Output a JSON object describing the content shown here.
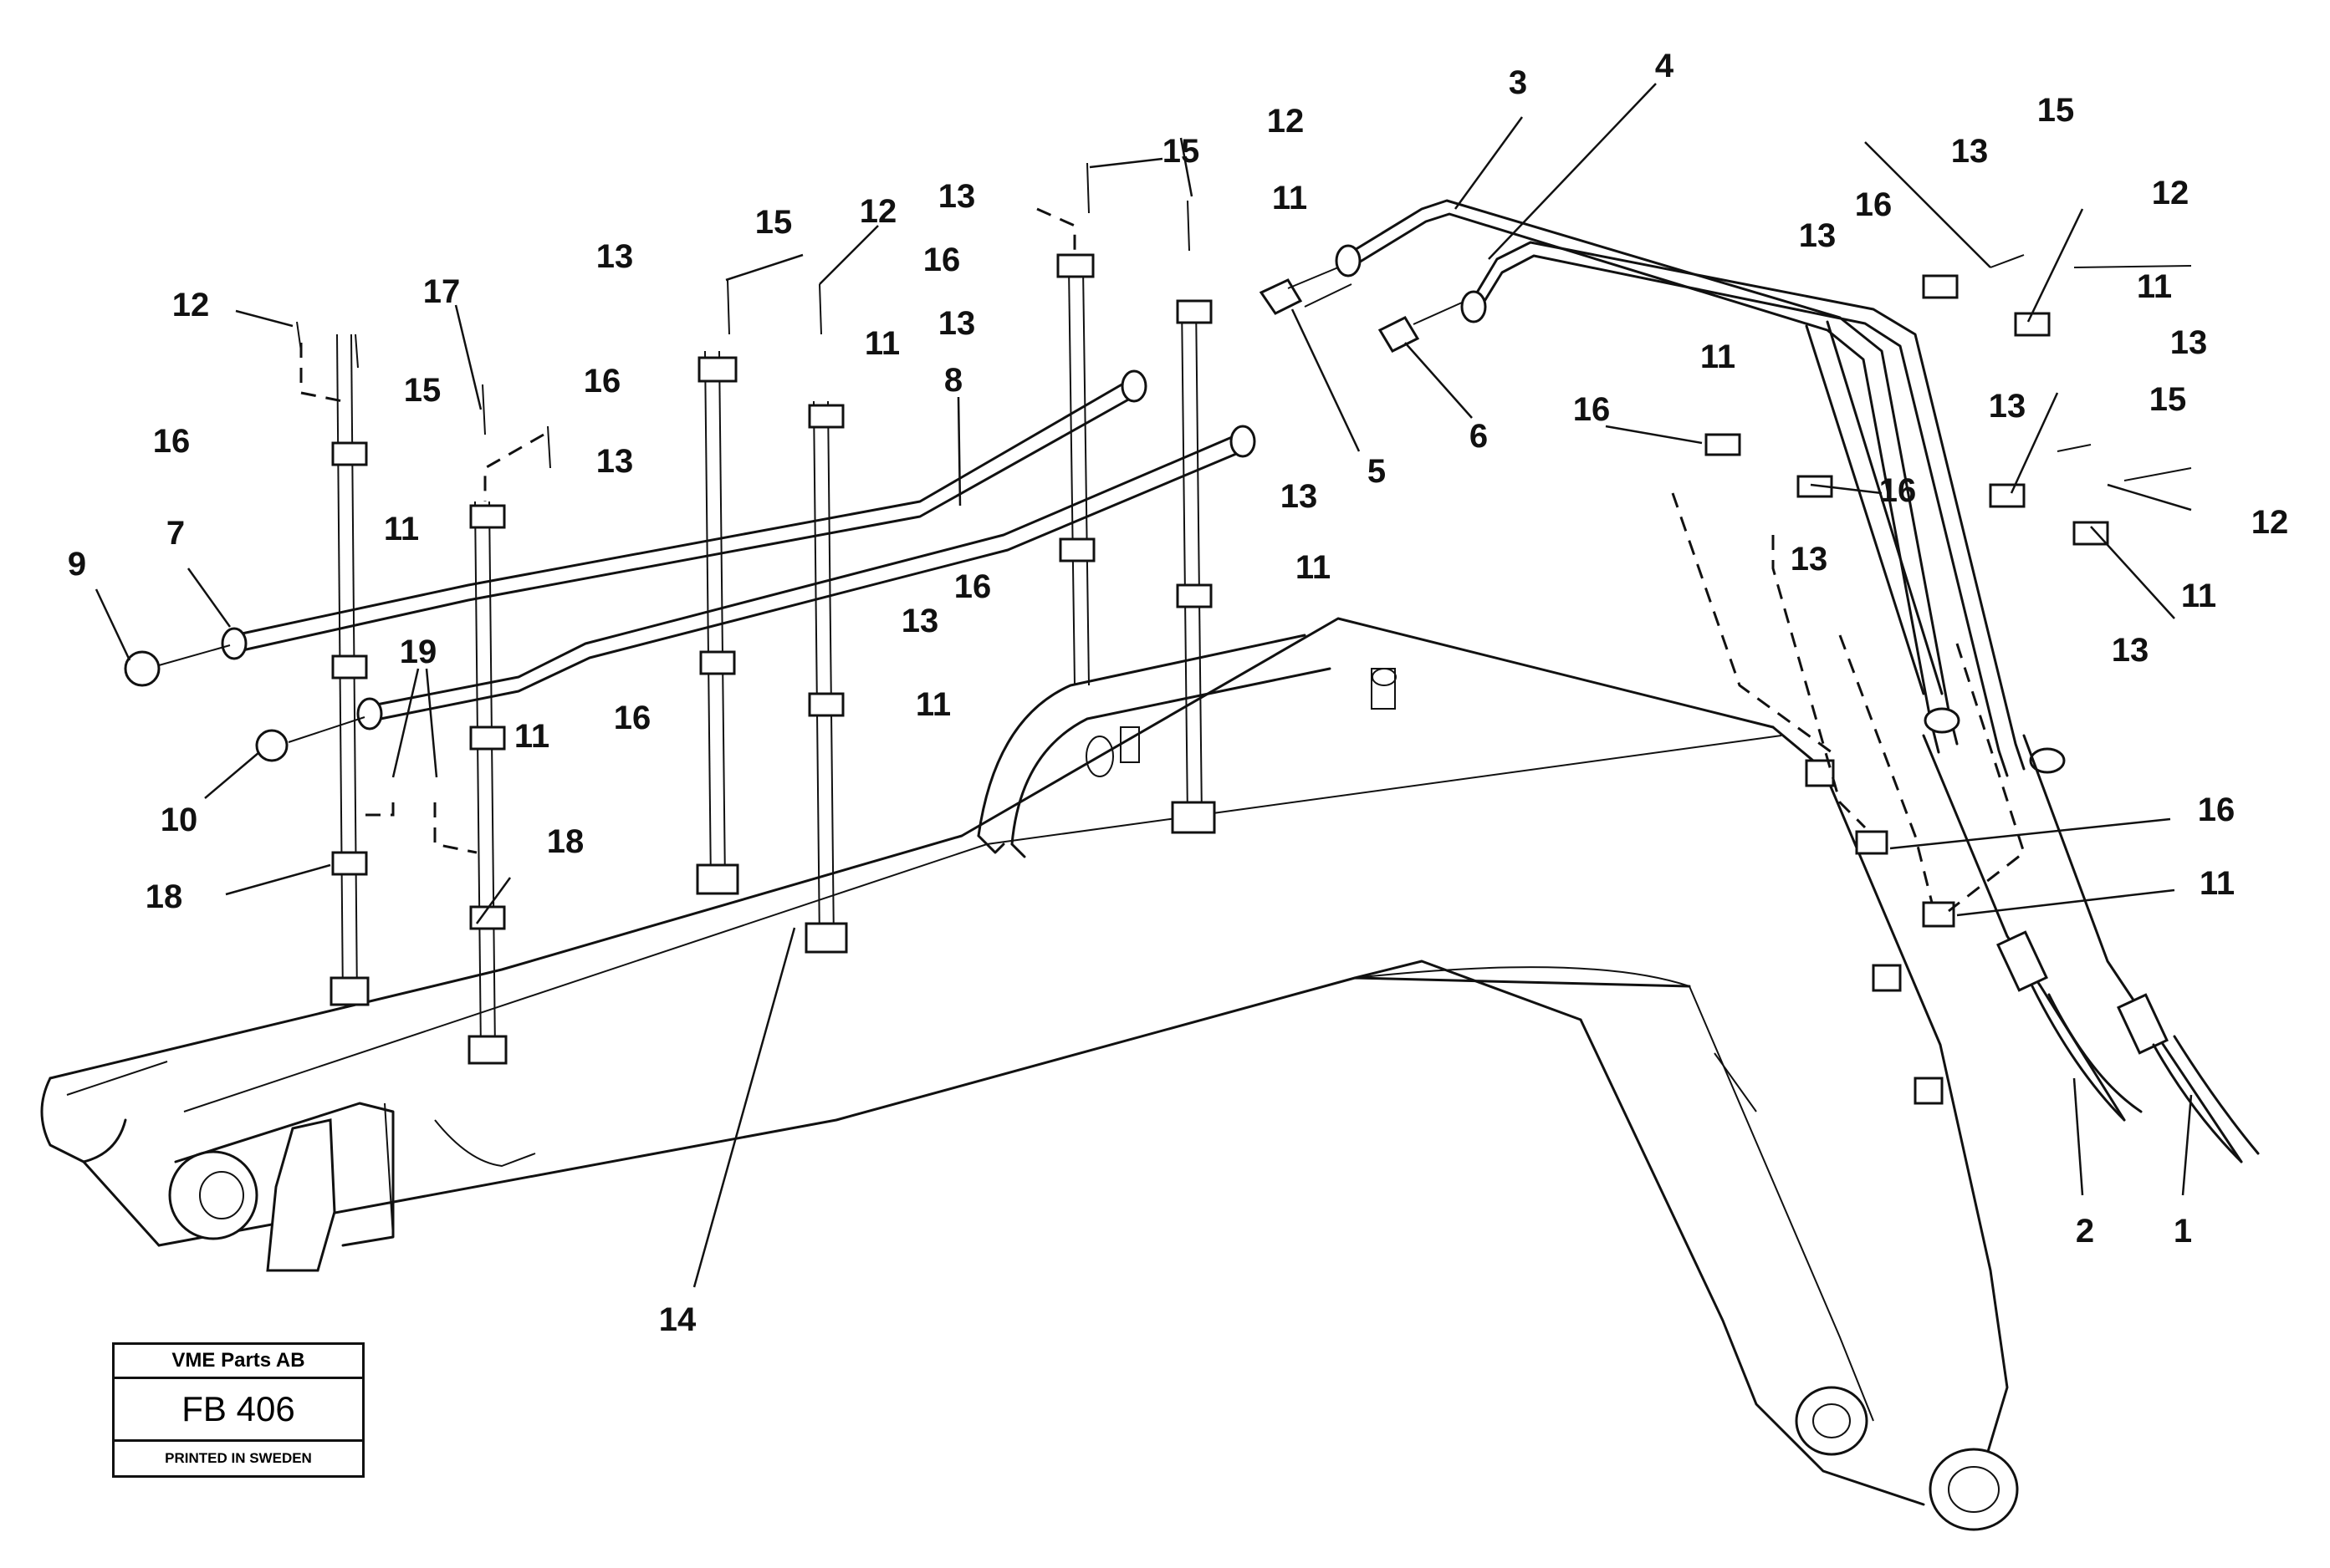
{
  "title_block": {
    "company": "VME Parts AB",
    "figure": "FB 406",
    "printed": "PRINTED IN SWEDEN"
  },
  "callouts": [
    {
      "id": "c1",
      "text": "1"
    },
    {
      "id": "c2",
      "text": "2"
    },
    {
      "id": "c3",
      "text": "3"
    },
    {
      "id": "c4",
      "text": "4"
    },
    {
      "id": "c5",
      "text": "5"
    },
    {
      "id": "c6",
      "text": "6"
    },
    {
      "id": "c7",
      "text": "7"
    },
    {
      "id": "c8",
      "text": "8"
    },
    {
      "id": "c9",
      "text": "9"
    },
    {
      "id": "c10",
      "text": "10"
    },
    {
      "id": "c14",
      "text": "14"
    },
    {
      "id": "c17",
      "text": "17"
    },
    {
      "id": "c19",
      "text": "19"
    },
    {
      "id": "c11a",
      "text": "11"
    },
    {
      "id": "c11b",
      "text": "11"
    },
    {
      "id": "c11c",
      "text": "11"
    },
    {
      "id": "c11d",
      "text": "11"
    },
    {
      "id": "c11e",
      "text": "11"
    },
    {
      "id": "c11f",
      "text": "11"
    },
    {
      "id": "c11g",
      "text": "11"
    },
    {
      "id": "c11h",
      "text": "11"
    },
    {
      "id": "c11i",
      "text": "11"
    },
    {
      "id": "c11j",
      "text": "11"
    },
    {
      "id": "c12a",
      "text": "12"
    },
    {
      "id": "c12b",
      "text": "12"
    },
    {
      "id": "c12c",
      "text": "12"
    },
    {
      "id": "c12d",
      "text": "12"
    },
    {
      "id": "c12e",
      "text": "12"
    },
    {
      "id": "c13a",
      "text": "13"
    },
    {
      "id": "c13b",
      "text": "13"
    },
    {
      "id": "c13c",
      "text": "13"
    },
    {
      "id": "c13d",
      "text": "13"
    },
    {
      "id": "c13e",
      "text": "13"
    },
    {
      "id": "c13f",
      "text": "13"
    },
    {
      "id": "c13g",
      "text": "13"
    },
    {
      "id": "c13h",
      "text": "13"
    },
    {
      "id": "c13i",
      "text": "13"
    },
    {
      "id": "c13j",
      "text": "13"
    },
    {
      "id": "c13k",
      "text": "13"
    },
    {
      "id": "c13l",
      "text": "13"
    },
    {
      "id": "c15a",
      "text": "15"
    },
    {
      "id": "c15b",
      "text": "15"
    },
    {
      "id": "c15c",
      "text": "15"
    },
    {
      "id": "c15d",
      "text": "15"
    },
    {
      "id": "c15e",
      "text": "15"
    },
    {
      "id": "c16a",
      "text": "16"
    },
    {
      "id": "c16b",
      "text": "16"
    },
    {
      "id": "c16c",
      "text": "16"
    },
    {
      "id": "c16d",
      "text": "16"
    },
    {
      "id": "c16e",
      "text": "16"
    },
    {
      "id": "c16f",
      "text": "16"
    },
    {
      "id": "c16g",
      "text": "16"
    },
    {
      "id": "c16h",
      "text": "16"
    },
    {
      "id": "c16i",
      "text": "16"
    },
    {
      "id": "c18a",
      "text": "18"
    },
    {
      "id": "c18b",
      "text": "18"
    }
  ]
}
